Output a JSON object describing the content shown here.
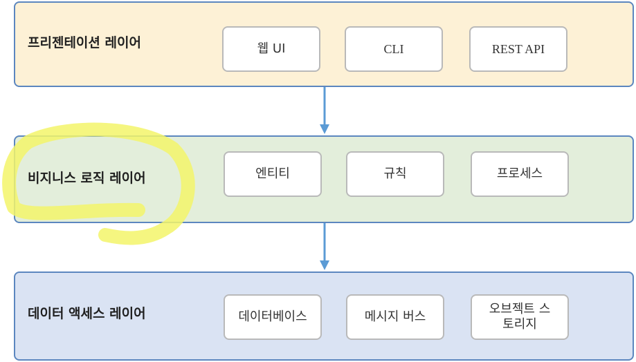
{
  "layers": [
    {
      "title": "프리젠테이션 레이어",
      "fill": "#fdf1d6",
      "components": [
        "웹 UI",
        "CLI",
        "REST API"
      ]
    },
    {
      "title": "비지니스 로직 레이어",
      "fill": "#e3eedb",
      "components": [
        "엔티티",
        "규칙",
        "프로세스"
      ]
    },
    {
      "title": "데이터 액세스 레이어",
      "fill": "#dae3f3",
      "components": [
        "데이터베이스",
        "메시지 버스",
        "오브젝트 스토리지"
      ]
    }
  ],
  "colors": {
    "border": "#5b86bf",
    "arrow": "#5b9bd5",
    "highlight": "#f3f56a"
  }
}
